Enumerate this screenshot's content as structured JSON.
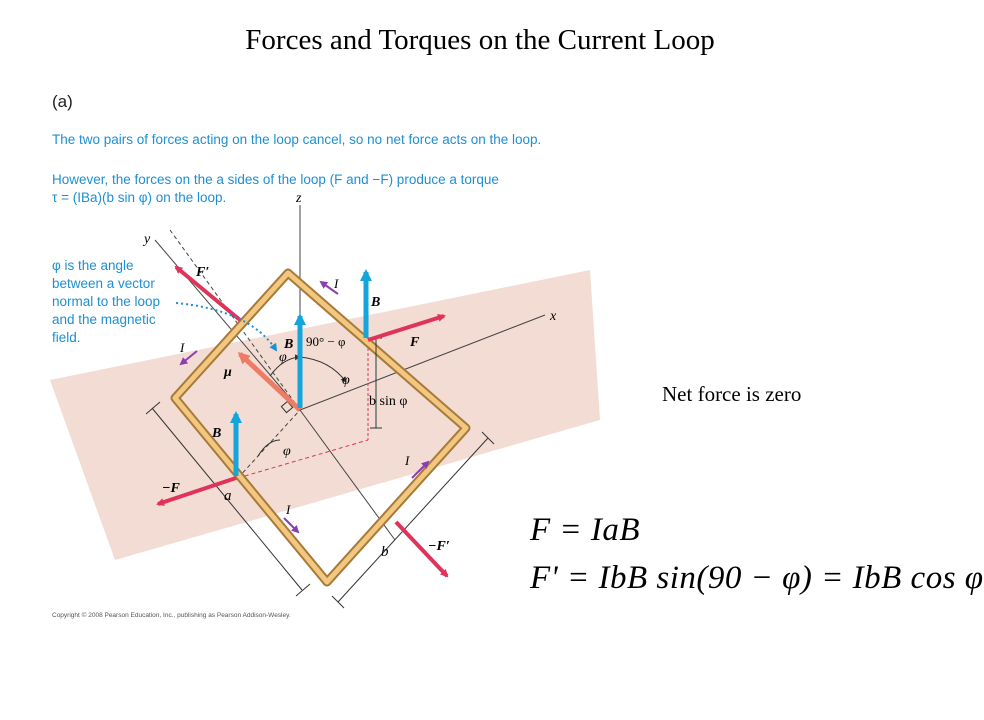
{
  "title": "Forces and Torques on the Current Loop",
  "panel_label": "(a)",
  "captions": {
    "line1": "The two pairs of forces acting on the loop cancel, so no net force acts on the loop.",
    "line2a": "However, the forces on the a sides of the loop (F and −F) produce a torque",
    "line2b": "τ = (IBa)(b sin φ) on the loop.",
    "phi_note": "φ is the angle between a vector normal to the loop and the magnetic field."
  },
  "diagram_labels": {
    "axis_x": "x",
    "axis_y": "y",
    "axis_z": "z",
    "f_prime_top": "F′",
    "f_right": "F",
    "f_left": "−F",
    "f_prime_bottom": "−F′",
    "b_field": "B",
    "mu": "μ",
    "current": "I",
    "side_a": "a",
    "side_b": "b",
    "angle_90": "90° − φ",
    "phi": "φ",
    "b_sin_phi": "b sin φ"
  },
  "net_force_text": "Net force is zero",
  "equations": {
    "eq1": "F = IaB",
    "eq2": "F' = IbB sin(90 − φ) = IbB cos φ"
  },
  "copyright": "Copyright © 2008 Pearson Education, Inc., publishing as Pearson Addison-Wesley.",
  "colors": {
    "force_red": "#e0335a",
    "field_blue": "#13a5dc",
    "current_purple": "#8a3fb0",
    "mu_salmon": "#ef7b65",
    "plane_pink": "#f2dcd4",
    "loop_gold": "#e0ad5e",
    "caption_blue": "#1e8fd0"
  }
}
